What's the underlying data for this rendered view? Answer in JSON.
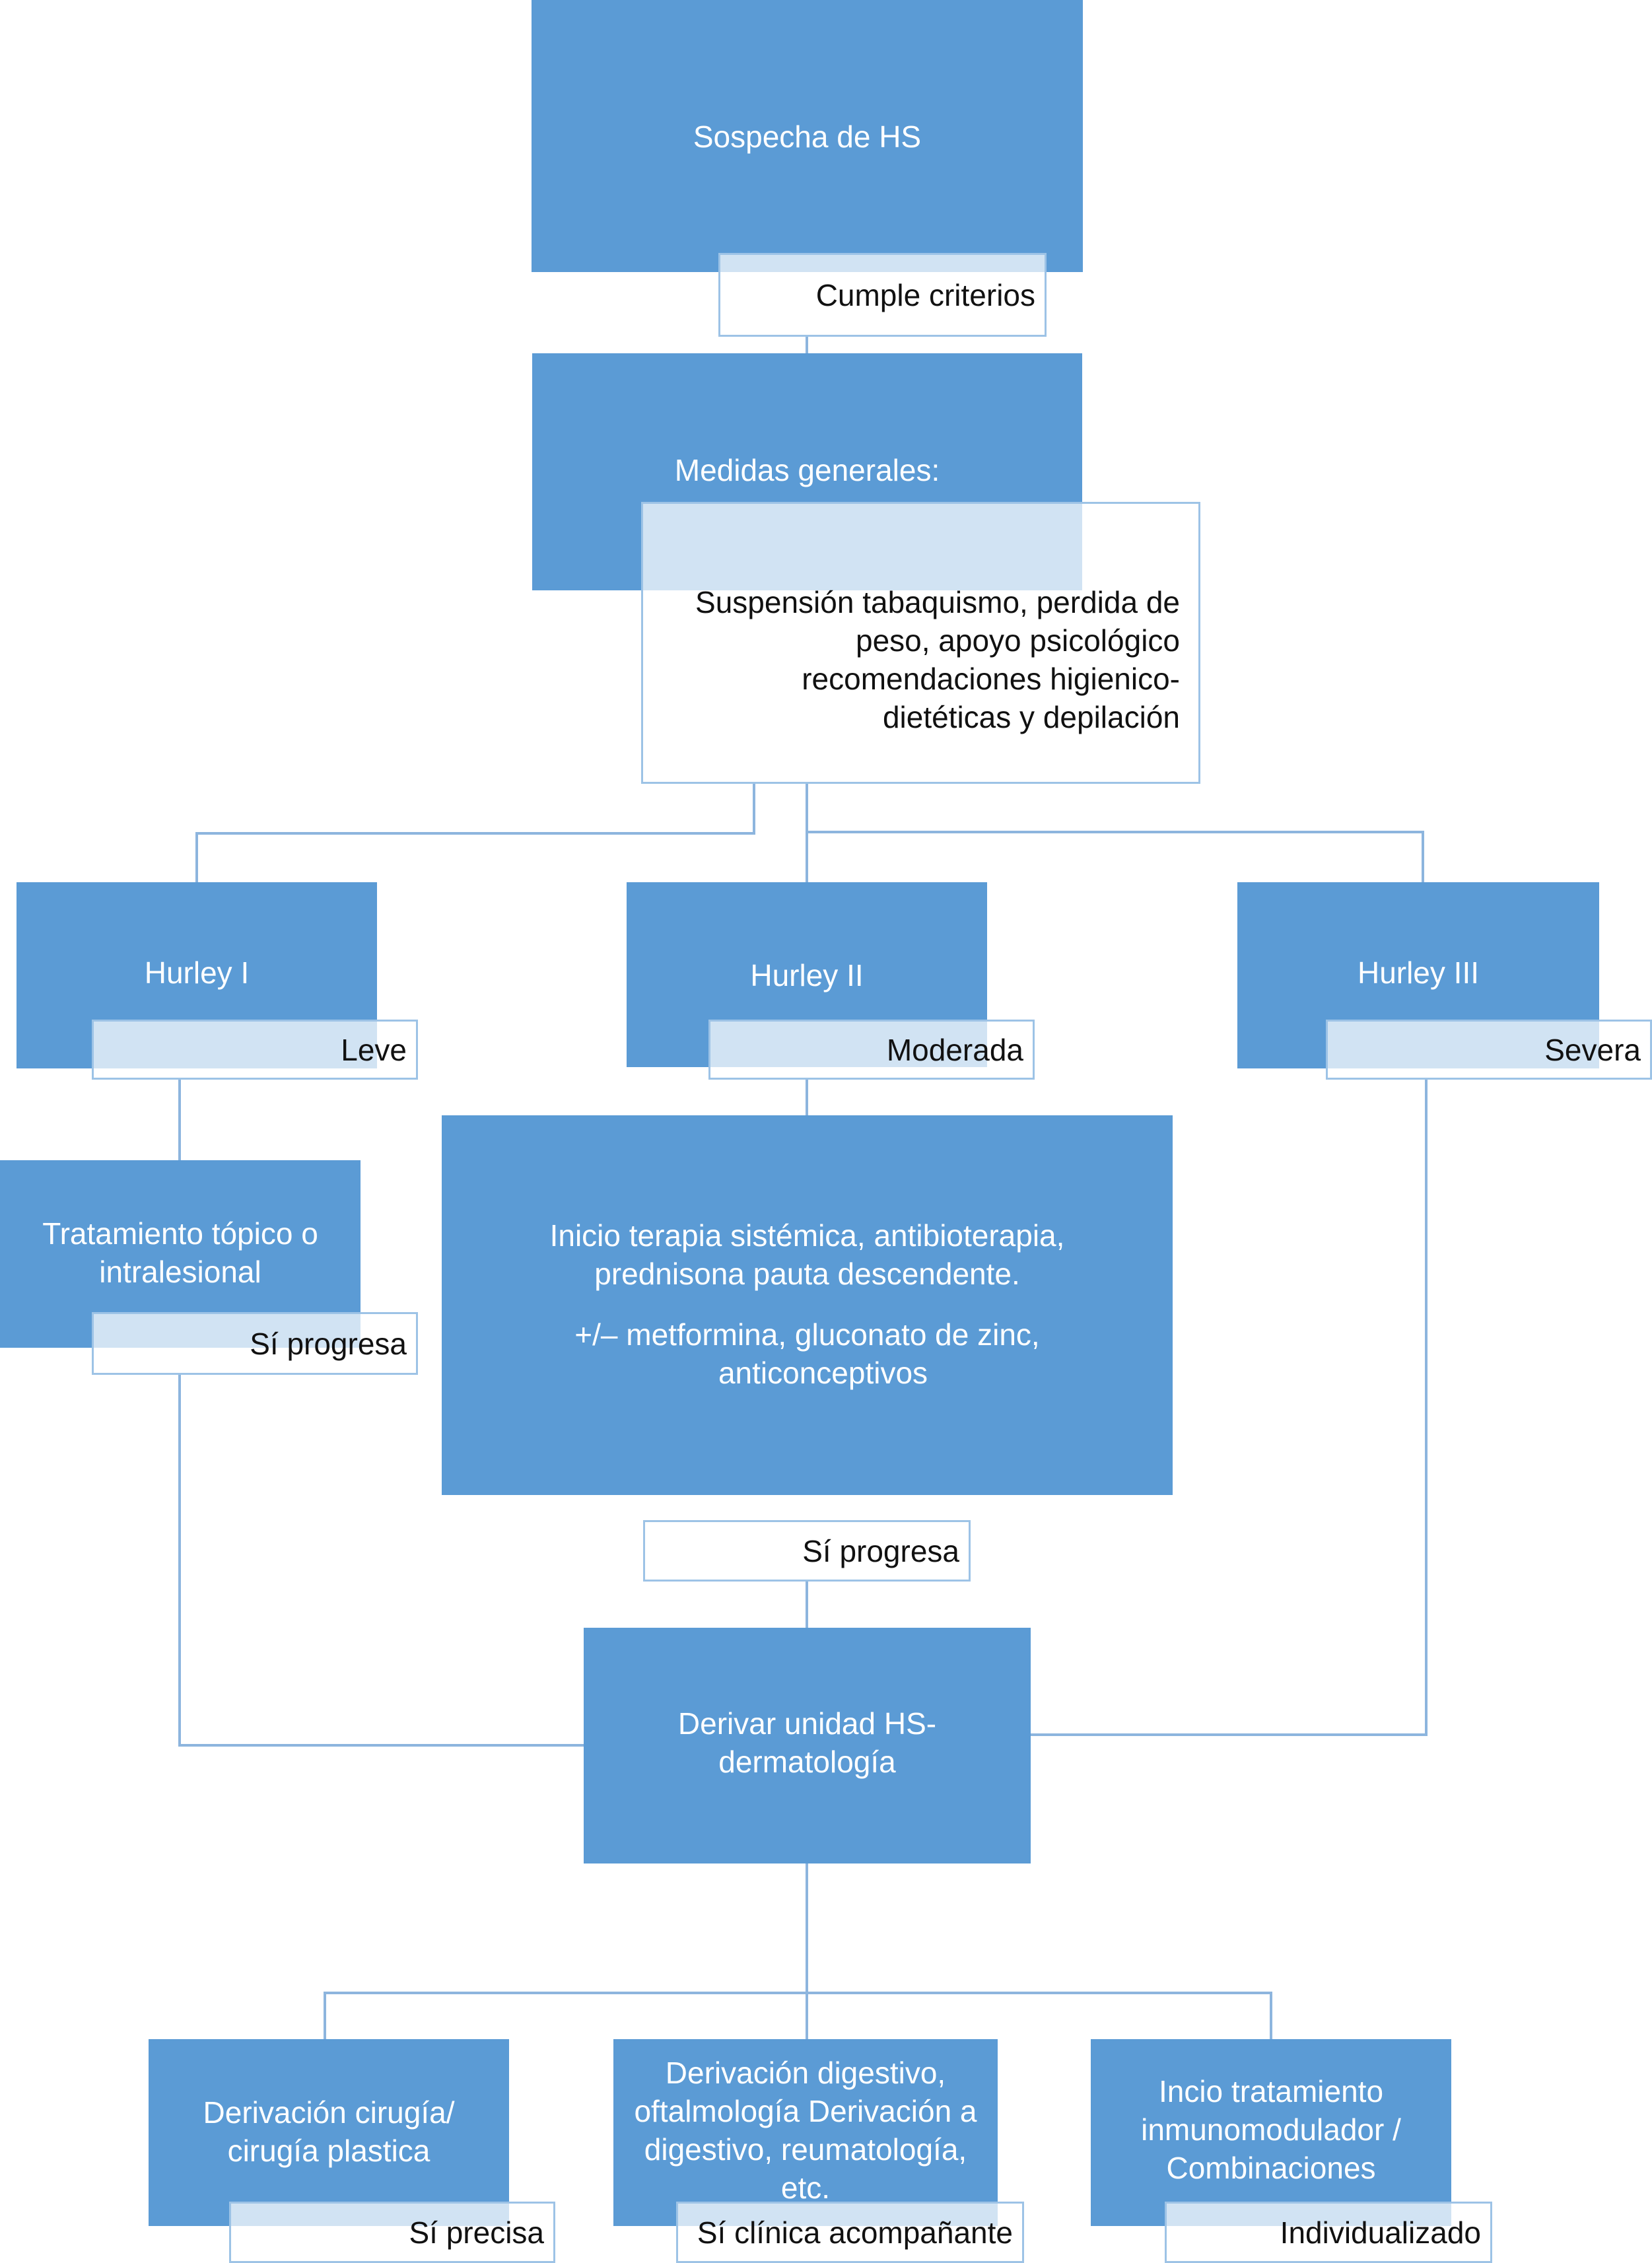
{
  "colors": {
    "box_fill": "#5b9bd5",
    "box_text": "#ffffff",
    "label_border": "#9dc3e6",
    "connector": "#8db5de",
    "label_text": "#111111"
  },
  "nodes": {
    "sospecha": "Sospecha de HS",
    "cumple": "Cumple criterios",
    "medidas_title": "Medidas generales:",
    "medidas_detail": [
      "Suspensión tabaquismo, perdida de",
      "peso, apoyo psicológico",
      "recomendaciones higienico-",
      "dietéticas y depilación"
    ],
    "hurley1": "Hurley I",
    "leve": "Leve",
    "hurley2": "Hurley II",
    "moderada": "Moderada",
    "hurley3": "Hurley III",
    "severa": "Severa",
    "topico": [
      "Tratamiento tópico o",
      "intralesional"
    ],
    "progresa1": "Sí progresa",
    "sistemica": [
      "Inicio terapia sistémica, antibioterapia,",
      "prednisona pauta descendente."
    ],
    "sistemica_extra": [
      "+/– metformina, gluconato de zinc,",
      "anticonceptivos"
    ],
    "progresa2": "Sí progresa",
    "derivar": [
      "Derivar unidad HS-",
      "dermatología"
    ],
    "cirugia": [
      "Derivación cirugía/",
      "cirugía plastica"
    ],
    "precisa": "Sí precisa",
    "digestivo": [
      "Derivación digestivo,",
      "oftalmología Derivación a",
      "digestivo, reumatología,",
      "etc."
    ],
    "clinica": "Sí clínica acompañante",
    "inmuno": [
      "Incio tratamiento",
      "inmunomodulador /",
      "Combinaciones"
    ],
    "individualizado": "Individualizado"
  }
}
